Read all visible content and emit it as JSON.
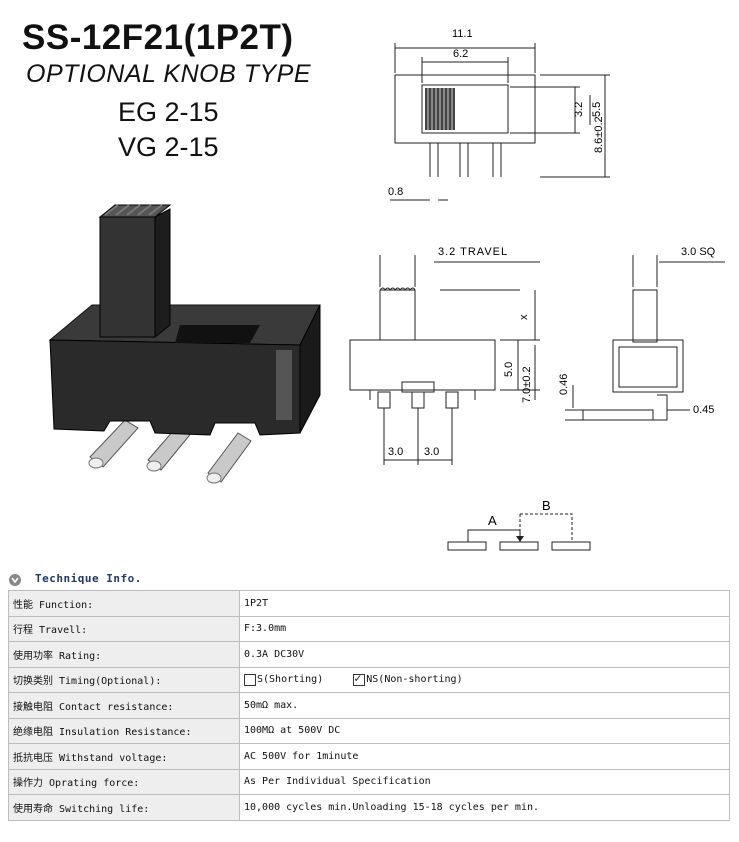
{
  "header": {
    "title": "SS-12F21(1P2T)",
    "subtitle": "OPTIONAL KNOB TYPE",
    "models": [
      "EG 2-15",
      "VG 2-15"
    ]
  },
  "drawing": {
    "top_view": {
      "dim_width": "11.1",
      "dim_slot": "6.2",
      "dim_knob": "3.2",
      "dim_body": "5.5",
      "dim_total": "8.6±0.2",
      "dim_pin": "0.8"
    },
    "side_view": {
      "travel_label": "3.2 TRAVEL",
      "dim_x": "x",
      "dim_body": "5.0",
      "dim_total": "7.0±0.2",
      "pitch_left": "3.0",
      "pitch_right": "3.0"
    },
    "end_view": {
      "knob_sq": "3.0 SQ",
      "dim_046": "0.46",
      "dim_045": "0.45"
    },
    "schematic": {
      "label_a": "A",
      "label_b": "B"
    }
  },
  "info": {
    "title": "Technique Info.",
    "rows": [
      {
        "label": "性能 Function:",
        "value": "1P2T"
      },
      {
        "label": "行程 Travell:",
        "value": "F:3.0mm"
      },
      {
        "label": "使用功率 Rating:",
        "value": "0.3A DC30V"
      },
      {
        "label": "切换类别 Timing(Optional):",
        "value": ""
      },
      {
        "label": "接触电阻 Contact resistance:",
        "value": "50mΩ max."
      },
      {
        "label": "绝缘电阻 Insulation Resistance:",
        "value": "100MΩ at 500V DC"
      },
      {
        "label": "抵抗电压 Withstand voltage:",
        "value": "AC 500V for 1minute"
      },
      {
        "label": "操作力 Oprating force:",
        "value": "As Per Individual Specification"
      },
      {
        "label": "使用寿命 Switching life:",
        "value": "10,000 cycles min.Unloading 15-18 cycles per min."
      }
    ],
    "timing_options": [
      {
        "label": "S(Shorting)",
        "checked": false
      },
      {
        "label": "NS(Non-shorting)",
        "checked": true
      }
    ]
  }
}
